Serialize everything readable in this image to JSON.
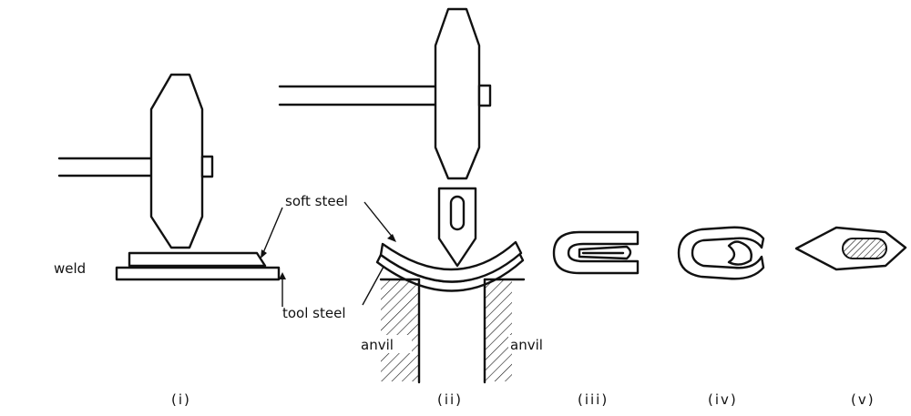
{
  "labels": {
    "weld": "weld",
    "soft_steel": "soft steel",
    "tool_steel": "tool steel",
    "anvil_left": "anvil",
    "anvil_right": "anvil"
  },
  "captions": [
    "(i)",
    "(ii)",
    "(iii)",
    "(iv)",
    "(v)"
  ]
}
